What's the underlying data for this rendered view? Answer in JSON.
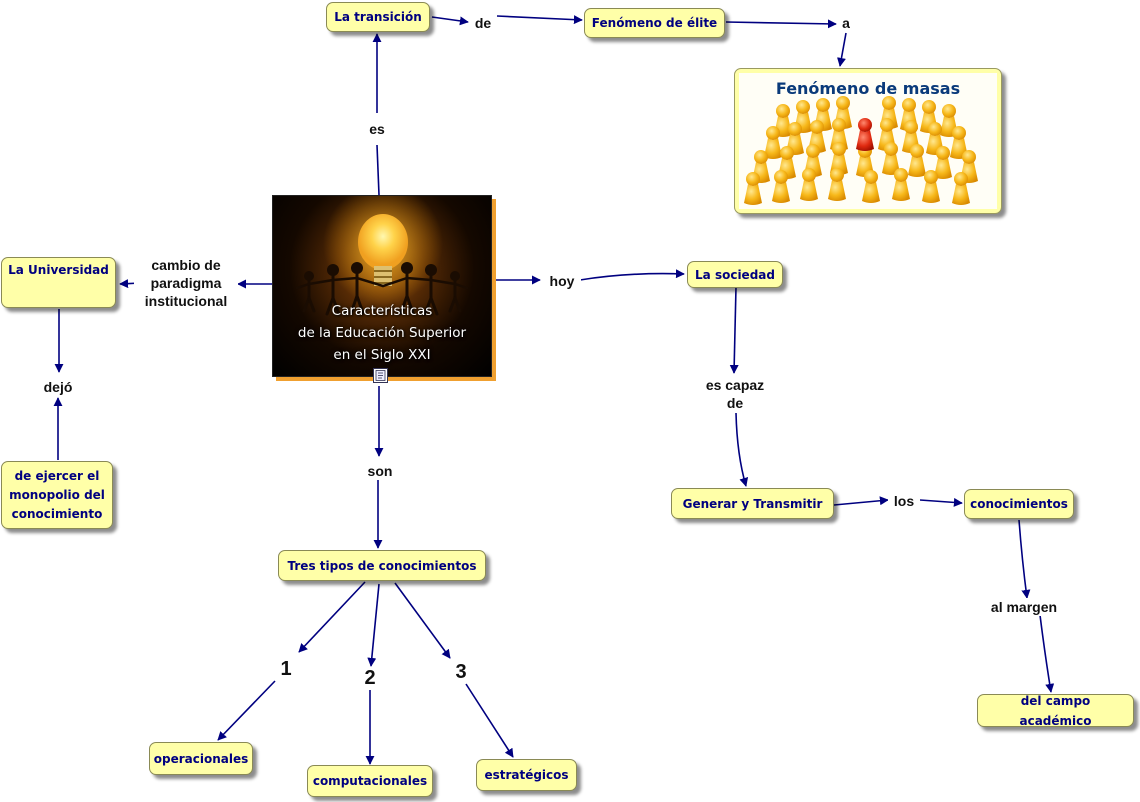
{
  "central": {
    "title": "Características\nde la Educación Superior\nen el Siglo XXI"
  },
  "nodes": {
    "transicion": "La transición",
    "fenomeno_elite": "Fenómeno de élite",
    "fenomeno_masas": "Fenómeno de masas",
    "universidad": "La Universidad",
    "monopolio": "de ejercer el\nmonopolio del\nconocimiento",
    "sociedad": "La sociedad",
    "generar": "Generar y Transmitir",
    "conocimientos": "conocimientos",
    "campo": "del campo académico",
    "tres_tipos": "Tres tipos de conocimientos",
    "operacionales": "operacionales",
    "computacionales": "computacionales",
    "estrategicos": "estratégicos"
  },
  "linking_phrases": {
    "es": "es",
    "de": "de",
    "a": "a",
    "cambio": "cambio de\nparadigma\ninstitucional",
    "dejo": "dejó",
    "hoy": "hoy",
    "es_capaz": "es capaz\nde",
    "los": "los",
    "al_margen": "al margen",
    "son": "son",
    "n1": "1",
    "n2": "2",
    "n3": "3"
  },
  "colors": {
    "node_fill": "#ffffa8",
    "node_text": "#000080",
    "link": "#000080",
    "central_shadow": "#f0a030",
    "masas_title": "#0a3a7a"
  },
  "icons": [
    "lightbulb-people-illustration",
    "yellow-pawns-crowd-illustration",
    "document-icon"
  ]
}
